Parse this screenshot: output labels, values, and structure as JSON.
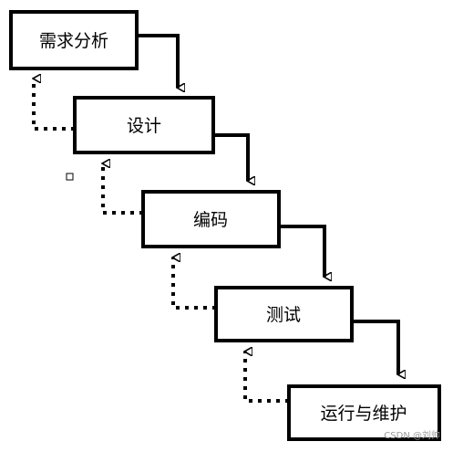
{
  "stages": [
    {
      "id": "requirements",
      "label": "需求分析"
    },
    {
      "id": "design",
      "label": "设计"
    },
    {
      "id": "coding",
      "label": "编码"
    },
    {
      "id": "testing",
      "label": "测试"
    },
    {
      "id": "maintenance",
      "label": "运行与维护"
    }
  ],
  "watermark": "CSDN @刘帅",
  "colors": {
    "stroke": "#000000",
    "background": "#ffffff",
    "watermark": "#9a9a9a"
  }
}
